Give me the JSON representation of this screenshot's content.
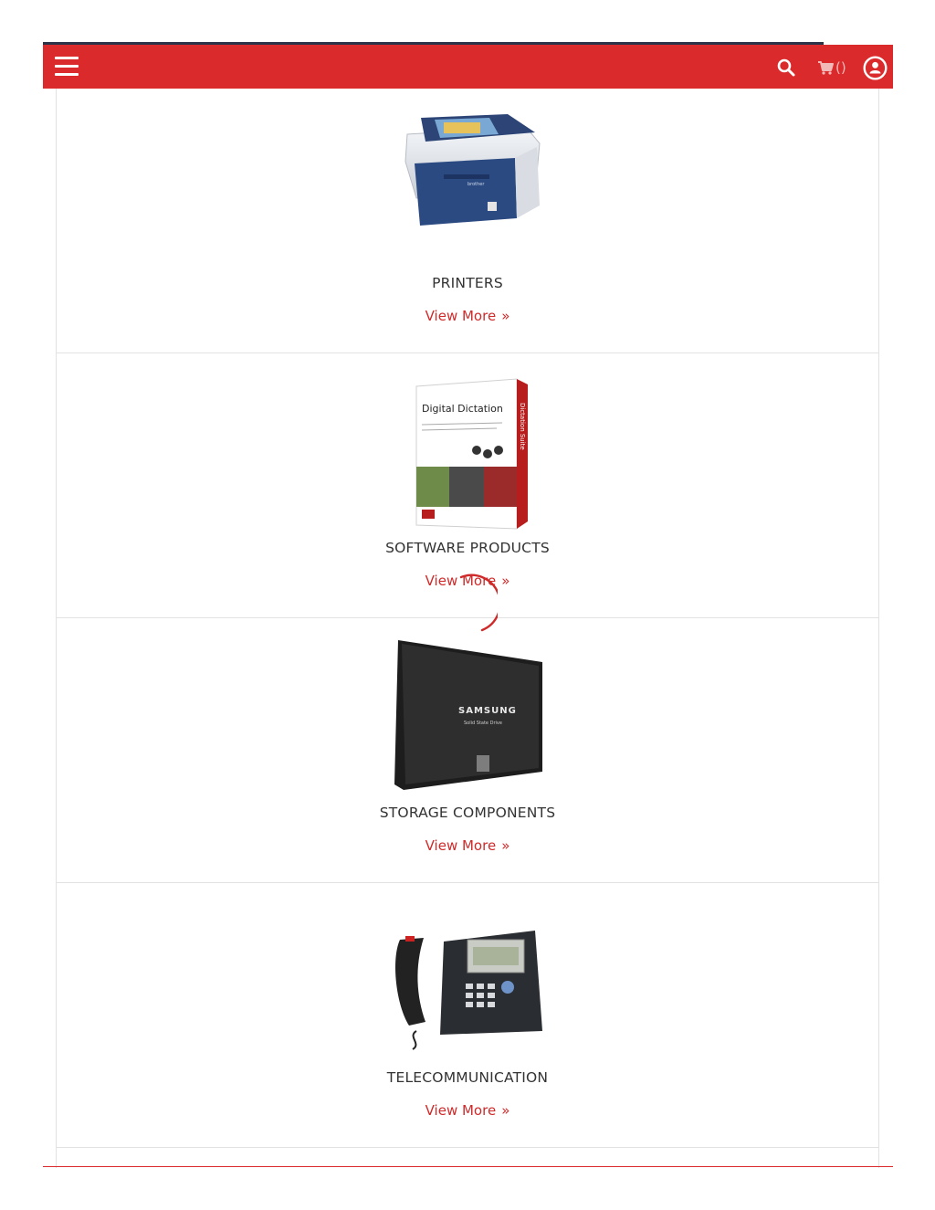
{
  "header": {
    "menu_icon": "hamburger-menu-icon",
    "search_icon": "search-icon",
    "cart_icon": "shopping-cart-icon",
    "cart_count": "()",
    "user_icon": "user-account-icon",
    "colors": {
      "bar": "#da2a2b",
      "topline": "#2c3247"
    }
  },
  "categories": [
    {
      "title": "PRINTERS",
      "link": "View More"
    },
    {
      "title": "SOFTWARE PRODUCTS",
      "link": "View More",
      "box_title": "Digital Dictation",
      "box_side": "Dictation Suite"
    },
    {
      "title": "STORAGE COMPONENTS",
      "link": "View More",
      "brand": "SAMSUNG",
      "brand_sub": "Solid State Drive"
    },
    {
      "title": "TELECOMMUNICATION",
      "link": "View More"
    }
  ],
  "accent_color": "#cf2a2a"
}
